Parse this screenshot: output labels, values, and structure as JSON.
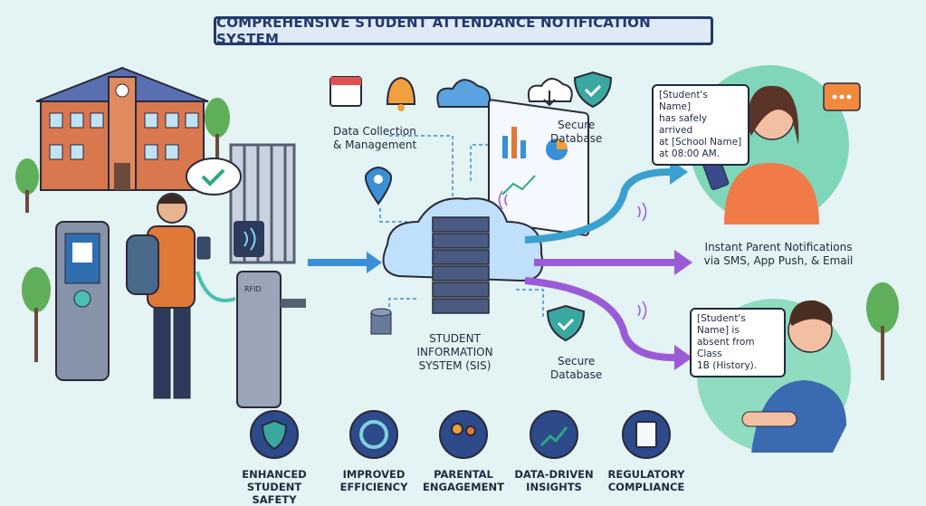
{
  "title": "COMPREHENSIVE STUDENT ATTENDANCE NOTIFICATION SYSTEM",
  "labels": {
    "data_collection_line1": "Data Collection",
    "data_collection_line2": "& Management",
    "secure_db_top_line1": "Secure",
    "secure_db_top_line2": "Database",
    "sis_line1": "STUDENT INFORMATION",
    "sis_line2": "SYSTEM (SIS)",
    "secure_db_bottom_line1": "Secure",
    "secure_db_bottom_line2": "Database",
    "notifications_line1": "Instant Parent Notifications",
    "notifications_line2": "via SMS, App Push, & Email",
    "rfid": "RFID"
  },
  "messages": {
    "arrival": [
      "[Student's Name]",
      "has safely arrived",
      "at [School Name]",
      "at 08:00 AM."
    ],
    "absence": [
      "[Student's Name] is",
      "absent from Class",
      "1B (History)."
    ]
  },
  "benefits": [
    {
      "line1": "ENHANCED",
      "line2": "STUDENT SAFETY",
      "icon": "shield-check-icon"
    },
    {
      "line1": "IMPROVED",
      "line2": "EFFICIENCY",
      "icon": "gauge-icon"
    },
    {
      "line1": "PARENTAL",
      "line2": "ENGAGEMENT",
      "icon": "family-icon"
    },
    {
      "line1": "DATA-DRIVEN",
      "line2": "INSIGHTS",
      "icon": "chart-growth-icon"
    },
    {
      "line1": "REGULATORY",
      "line2": "COMPLIANCE",
      "icon": "clipboard-check-icon"
    }
  ],
  "colors": {
    "navy": "#233a6b",
    "background": "#e4f3f3",
    "arrow_blue": "#3a8fd6",
    "arrow_purple": "#9b5bd8",
    "accent_orange": "#f08a3c"
  }
}
